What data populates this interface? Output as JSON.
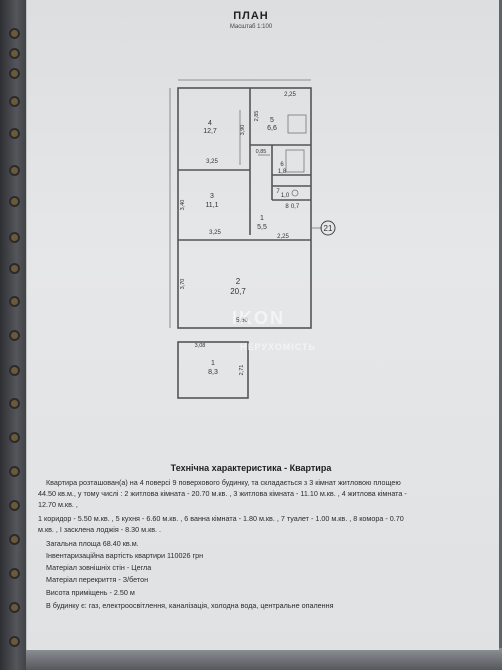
{
  "plan": {
    "title": "ПЛАН",
    "scale": "Масштаб 1:100",
    "marker": "21"
  },
  "rooms": [
    {
      "num": "4",
      "area": "12,7"
    },
    {
      "num": "5",
      "area": "6,6"
    },
    {
      "num": "3",
      "area": "11,1"
    },
    {
      "num": "1",
      "area": "5,5"
    },
    {
      "num": "6",
      "area": "1,8"
    },
    {
      "num": "8",
      "area": "0,7"
    },
    {
      "num": "7",
      "area": "1,0"
    },
    {
      "num": "2",
      "area": "20,7"
    },
    {
      "num": "1",
      "area": "8,3"
    }
  ],
  "dimensions": [
    "2,25",
    "2,85",
    "3,90",
    "3,25",
    "3,40",
    "3,25",
    "2,25",
    "3,70",
    "5,60",
    "3,08",
    "2,71",
    "0,85"
  ],
  "watermark": {
    "line1": "IKON",
    "line2": "НЕРУХОМІСТЬ"
  },
  "spec": {
    "heading": "Технічна характеристика - Квартира",
    "lines": [
      "Квартира розташован(а) на 4 поверсі 9 поверхового будинку, та складається з 3 кімнат житловою площею",
      "44.50 кв.м., у тому числі : 2 житлова кімната - 20.70 м.кв. , 3 житлова кімната - 11.10 м.кв. , 4 житлова кімната -",
      "12.70 м.кв. ,",
      "1 коридор - 5.50 м.кв. , 5 кухня - 6.60 м.кв. , 6 ванна кімната - 1.80 м.кв. , 7 туалет - 1.00 м.кв. , 8 комора - 0.70",
      "м.кв. , І засклена лоджія - 8.30 м.кв. .",
      "Загальна площа 68.40 кв.м.",
      "Інвентаризаційна вартість квартири 110026 грн",
      "Матеріал зовнішніх стін - Цегла",
      "Матеріал перекриття - З/бетон",
      "Висота приміщень - 2.50 м",
      "В будинку є: газ, електроосвітлення, каналізація, холодна вода, центральне опалення"
    ]
  }
}
